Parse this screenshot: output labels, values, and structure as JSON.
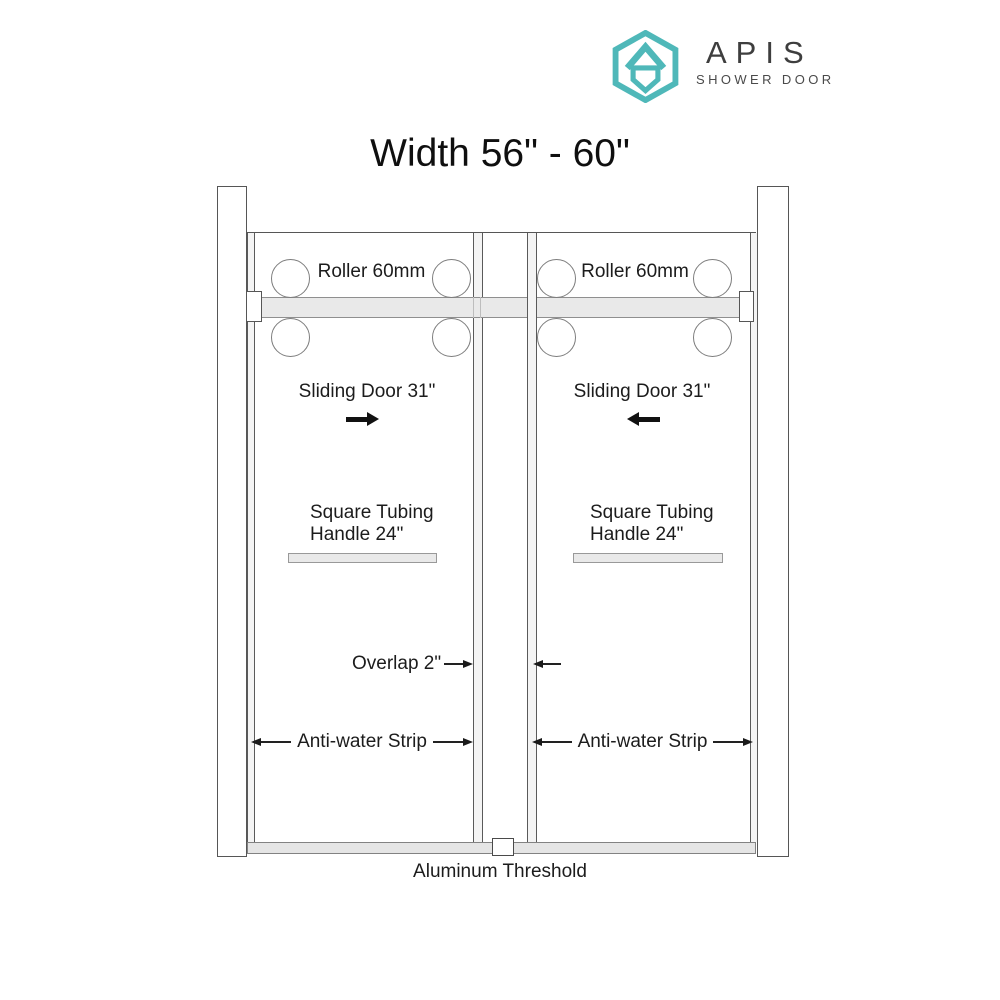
{
  "logo": {
    "brand": "APIS",
    "tagline": "SHOWER DOOR",
    "accent_color": "#4FB8B9"
  },
  "title": "Width 56\" - 60\"",
  "diagram": {
    "doors": {
      "left": {
        "roller_label": "Roller 60mm",
        "sliding_label": "Sliding Door 31\"",
        "handle_line1": "Square Tubing",
        "handle_line2": "Handle 24\"",
        "anti_water_label": "Anti-water Strip"
      },
      "right": {
        "roller_label": "Roller 60mm",
        "sliding_label": "Sliding Door 31\"",
        "handle_line1": "Square Tubing",
        "handle_line2": "Handle 24\"",
        "anti_water_label": "Anti-water Strip"
      }
    },
    "overlap_label": "Overlap 2\"",
    "threshold_label": "Aluminum Threshold"
  }
}
